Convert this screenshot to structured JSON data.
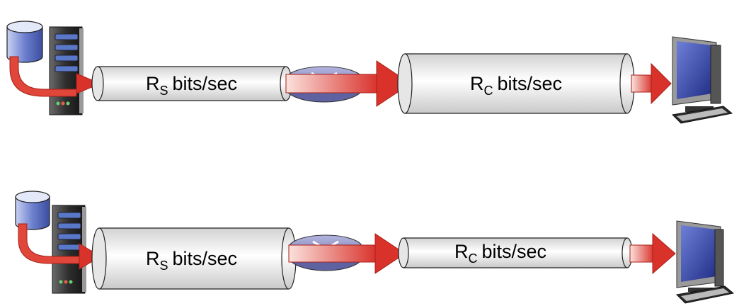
{
  "rows": [
    {
      "link1": {
        "symbol": "R",
        "sub": "S",
        "unit": "bits/sec"
      },
      "link2": {
        "symbol": "R",
        "sub": "C",
        "unit": "bits/sec"
      }
    },
    {
      "link1": {
        "symbol": "R",
        "sub": "S",
        "unit": "bits/sec"
      },
      "link2": {
        "symbol": "R",
        "sub": "C",
        "unit": "bits/sec"
      }
    }
  ],
  "colors": {
    "arrow": "#d9322b",
    "arrow_light": "#f7c6c0",
    "pipe_light": "#ffffff",
    "pipe_dark": "#cfcfcf",
    "router": "#8d8fc4",
    "database": "#4f63b8",
    "server": "#3a3a3a",
    "screen": "#2f3fa0"
  },
  "icons": [
    "database-icon",
    "server-icon",
    "router-icon",
    "computer-icon"
  ]
}
